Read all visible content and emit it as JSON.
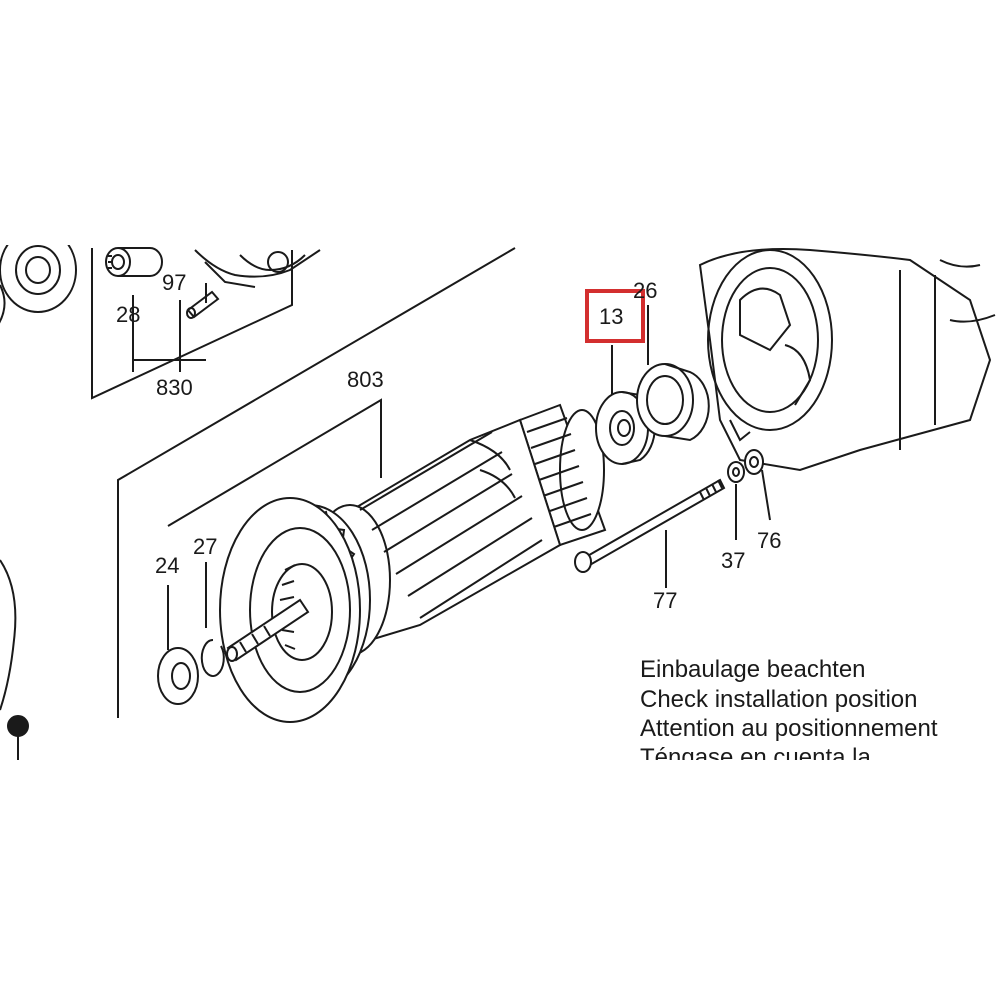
{
  "parts": {
    "p28": "28",
    "p97": "97",
    "p830": "830",
    "p803": "803",
    "p13": "13",
    "p26": "26",
    "p24": "24",
    "p27": "27",
    "p37": "37",
    "p76": "76",
    "p77": "77"
  },
  "highlight_color": "#d32f2f",
  "notes": {
    "de": "Einbaulage beachten",
    "en": "Check installation position",
    "fr": "Attention au positionnement",
    "es": "Téngase en cuenta la"
  }
}
